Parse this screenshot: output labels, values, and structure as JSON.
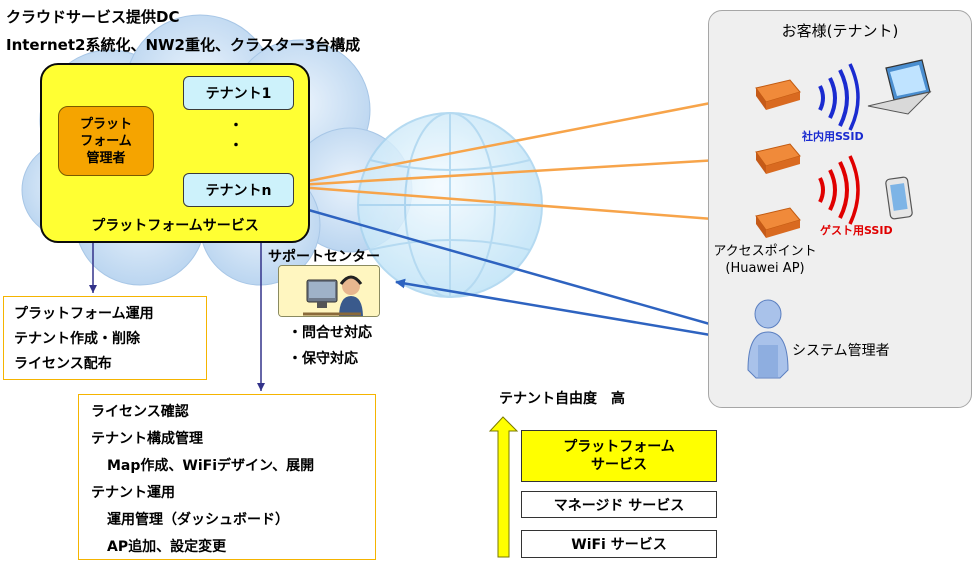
{
  "header": {
    "title": "クラウドサービス提供DC",
    "subtitle": "Internet2系統化、NW2重化、クラスター3台構成"
  },
  "datacenter": {
    "platform_service_label": "プラットフォームサービス",
    "platform_admin_lines": [
      "プラット",
      "フォーム",
      "管理者"
    ],
    "tenant_first": "テナント1",
    "tenant_last": "テナントn",
    "dots": [
      "・",
      "・"
    ]
  },
  "platform_ops": {
    "items": [
      "プラットフォーム運用",
      "テナント作成・削除",
      "ライセンス配布"
    ]
  },
  "support_center": {
    "label": "サポートセンター",
    "items": [
      "・問合せ対応",
      "・保守対応"
    ]
  },
  "tenant_ops": {
    "items": [
      {
        "text": "ライセンス確認",
        "indent": false
      },
      {
        "text": "テナント構成管理",
        "indent": false
      },
      {
        "text": "Map作成、WiFiデザイン、展開",
        "indent": true
      },
      {
        "text": "テナント運用",
        "indent": false
      },
      {
        "text": "運用管理（ダッシュボード）",
        "indent": true
      },
      {
        "text": "AP追加、設定変更",
        "indent": true
      }
    ]
  },
  "customer": {
    "title": "お客様(テナント)",
    "ssid_internal": "社内用SSID",
    "ssid_guest": "ゲスト用SSID",
    "access_point_label": "アクセスポイント",
    "access_point_model": "(Huawei AP)",
    "system_admin": "システム管理者"
  },
  "service_levels": {
    "title": "テナント自由度　高",
    "platform_lines": [
      "プラットフォーム",
      "サービス"
    ],
    "managed": "マネージド サービス",
    "wifi": "WiFi サービス"
  },
  "colors": {
    "platform_fill": "#ffff33",
    "admin_fill": "#f5a400",
    "tenant_fill": "#cdf2fb",
    "box_border": "#f5b400",
    "orange_arrow": "#f7a44a",
    "blue_arrow": "#2e63c0",
    "ssid_internal": "#1a2bd0",
    "ssid_guest": "#e00000",
    "level_arrow_fill": "#ffff00"
  }
}
